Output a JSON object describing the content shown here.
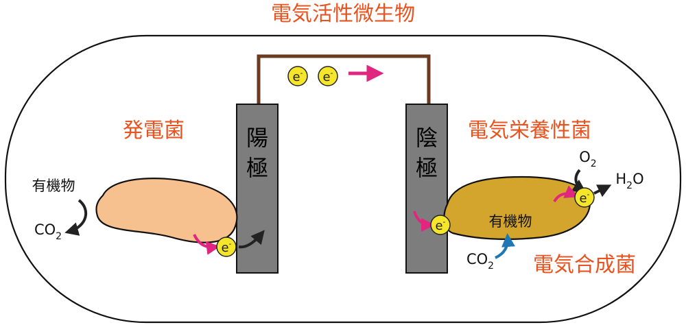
{
  "title": "電気活性微生物",
  "electrodes": {
    "anode": {
      "char1": "陽",
      "char2": "極"
    },
    "cathode": {
      "char1": "陰",
      "char2": "極"
    }
  },
  "electron_symbol": {
    "base": "e",
    "sup": "-"
  },
  "left_microbe": {
    "name": "発電菌",
    "substrate": "有機物",
    "product": {
      "base": "CO",
      "sub": "2"
    }
  },
  "right_microbe": {
    "name_top": "電気栄養性菌",
    "name_bottom": "電気合成菌",
    "oxygen": {
      "base": "O",
      "sub": "2"
    },
    "water": {
      "base": "H",
      "sub": "2",
      "tail": "O"
    },
    "organic": "有機物",
    "co2": {
      "base": "CO",
      "sub": "2"
    }
  },
  "colors": {
    "title_orange": "#e8531f",
    "wire_brown": "#6b3a1f",
    "electrode_gray": "#7d7d7d",
    "left_cell": "#f7c08f",
    "right_cell": "#d4a52d",
    "electron_yellow": "#f5e62a",
    "arrow_magenta": "#e0267e",
    "arrow_blue": "#1f78b4"
  }
}
